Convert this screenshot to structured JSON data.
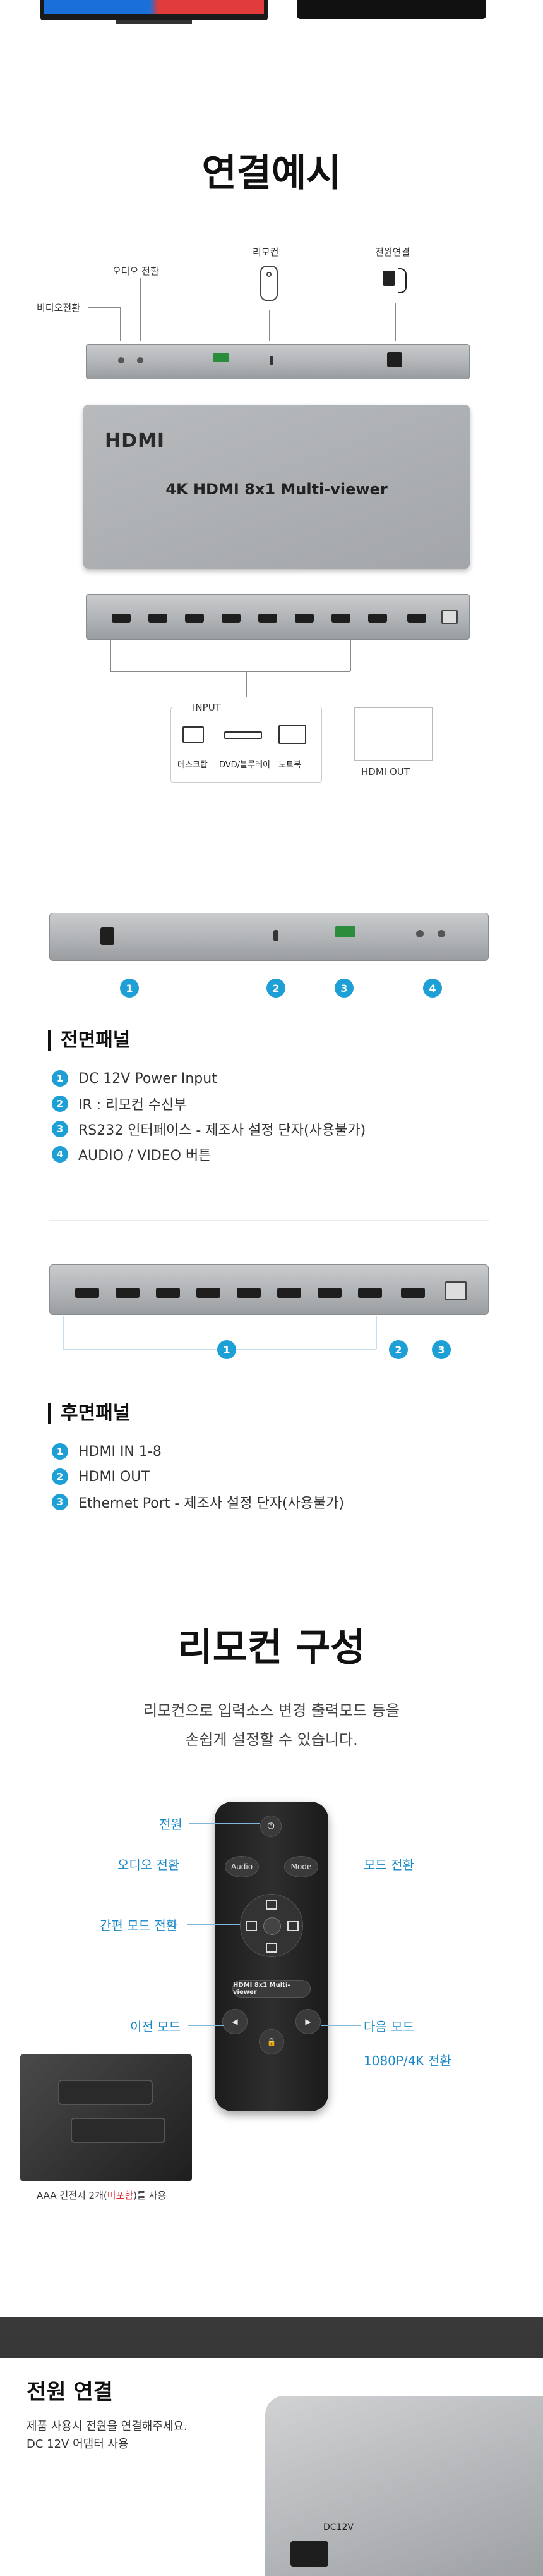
{
  "section1": {
    "title": "연결예시"
  },
  "labels": {
    "video_switch": "비디오전환",
    "audio_switch": "오디오 전환",
    "remote": "리모컨",
    "power_conn": "전원연결",
    "product_name": "4K HDMI 8x1 Multi-viewer",
    "hdmi_logo": "HDMI",
    "input": "INPUT",
    "desktop": "데스크탑",
    "dvd": "DVD/블루레이",
    "notebook": "노트북",
    "hdmi_out": "HDMI OUT"
  },
  "front_panel": {
    "title": "전면패널",
    "markers": [
      "1",
      "2",
      "3",
      "4"
    ],
    "items": [
      {
        "num": "1",
        "text": "DC 12V Power Input"
      },
      {
        "num": "2",
        "text": "IR : 리모컨 수신부"
      },
      {
        "num": "3",
        "text": "RS232 인터페이스 - 제조사 설정 단자(사용불가)"
      },
      {
        "num": "4",
        "text": "AUDIO / VIDEO 버튼"
      }
    ]
  },
  "rear_panel": {
    "title": "후면패널",
    "markers": [
      "1",
      "2",
      "3"
    ],
    "items": [
      {
        "num": "1",
        "text": "HDMI IN 1-8"
      },
      {
        "num": "2",
        "text": "HDMI OUT"
      },
      {
        "num": "3",
        "text": "Ethernet Port - 제조사 설정 단자(사용불가)"
      }
    ]
  },
  "remote_section": {
    "title": "리모컨 구성",
    "desc1": "리모컨으로 입력소스 변경 출력모드 등을",
    "desc2": "손쉽게 설정할 수 있습니다.",
    "labels": {
      "power": "전원",
      "audio_switch": "오디오 전환",
      "mode_switch": "모드 전환",
      "simple_mode": "간편 모드 전환",
      "prev_mode": "이전 모드",
      "next_mode": "다음 모드",
      "res_switch": "1080P/4K 전환"
    },
    "buttons": {
      "audio": "Audio",
      "mode": "Mode",
      "brand": "HDMI 8x1 Multi-viewer"
    },
    "battery_note_pre": "AAA 건전지 2개(",
    "battery_note_red": "미포함",
    "battery_note_post": ")를 사용"
  },
  "power_section": {
    "title": "전원 연결",
    "line1": "제품 사용시 전원을 연결해주세요.",
    "line2": "DC 12V 어댑터 사용",
    "device_label": "DC12V"
  },
  "colors": {
    "accent": "#1ea0d6",
    "label_blue": "#1787c8",
    "battery_red": "#e0272f",
    "dark_bg": "#2e2e2e"
  }
}
